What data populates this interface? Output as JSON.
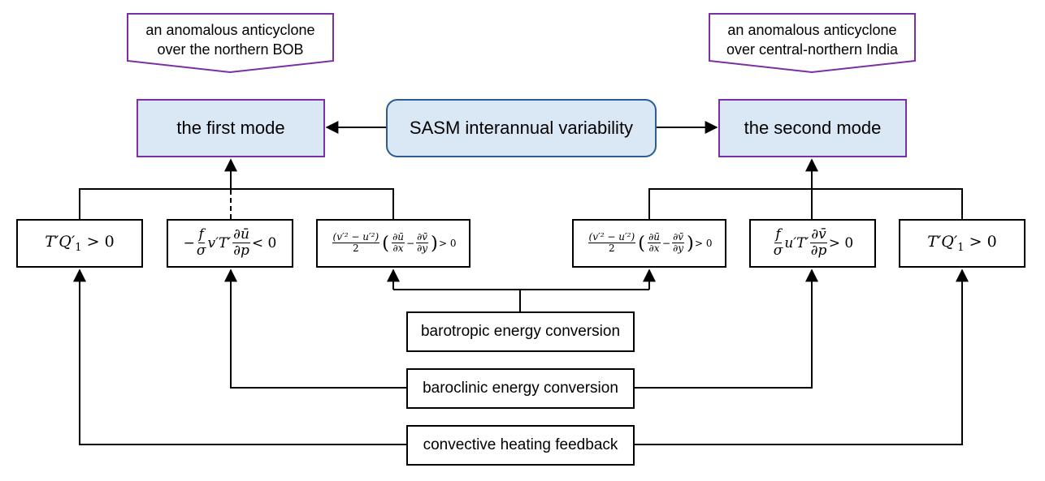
{
  "callouts": {
    "left": {
      "line1": "an anomalous anticyclone",
      "line2": "over the northern BOB"
    },
    "right": {
      "line1": "an anomalous anticyclone",
      "line2": "over central-northern India"
    }
  },
  "nodes": {
    "center": "SASM interannual variability",
    "first_mode": "the first mode",
    "second_mode": "the second mode",
    "barotropic": "barotropic energy conversion",
    "baroclinic": "baroclinic energy conversion",
    "convective": "convective heating feedback"
  },
  "formulas": {
    "left_heating": "T′Q′₁ > 0",
    "left_baroclinic": "−(f/σ) v′T′ ∂ū/∂p < 0",
    "left_barotropic": "((v′² − u′²)/2)(∂ū/∂x − ∂v̄/∂y) > 0",
    "right_barotropic": "((v′² − u′²)/2)(∂ū/∂x − ∂v̄/∂y) > 0",
    "right_baroclinic": "(f/σ) u′T′ ∂v̄/∂p > 0",
    "right_heating": "T′Q′₁ > 0"
  },
  "colors": {
    "mode_border": "#7b2fa6",
    "center_border": "#2c5c92",
    "box_fill": "#dae8f5",
    "callout_border": "#7b2fa6"
  }
}
